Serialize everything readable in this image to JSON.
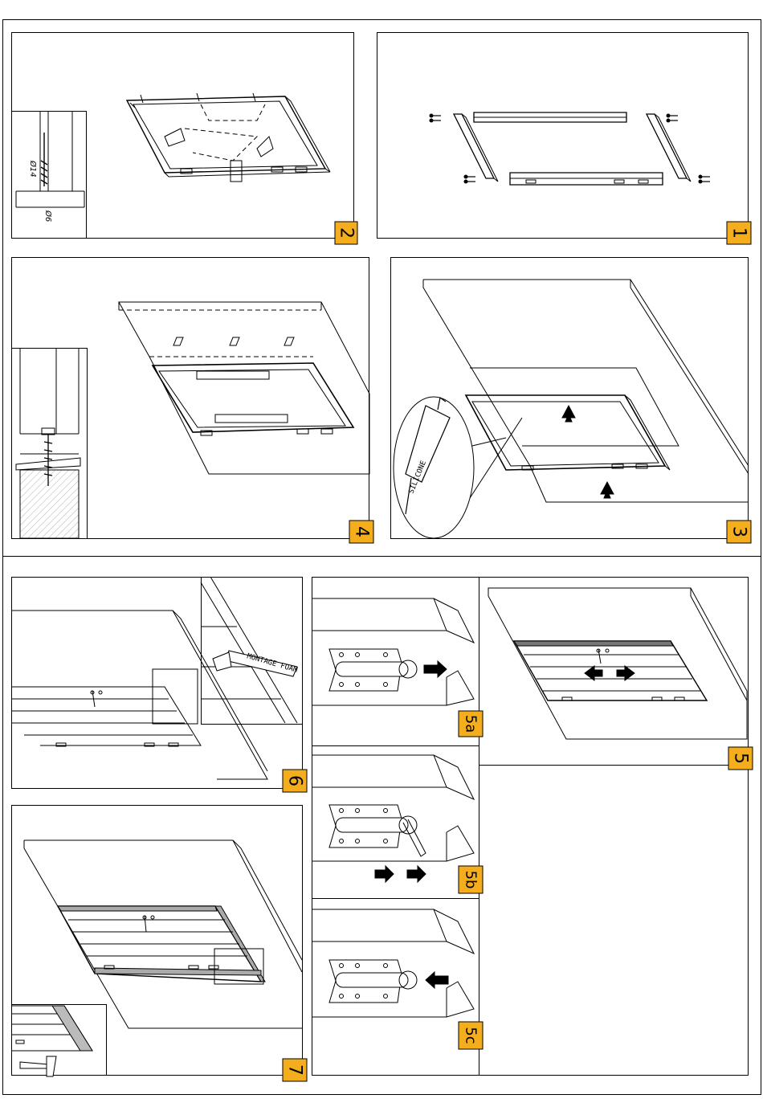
{
  "colors": {
    "badge": "#f4ad1d",
    "line": "#000000",
    "paper": "#ffffff",
    "hatch": "#555555"
  },
  "steps": {
    "s1": "1",
    "s2": "2",
    "s3": "3",
    "s4": "4",
    "s5": "5",
    "s5a": "5a",
    "s5b": "5b",
    "s5c": "5c",
    "s6": "6",
    "s7": "7"
  },
  "labels": {
    "dia14": "Ø14",
    "dia6": "Ø6",
    "silicone": "SILICONE",
    "foam": "MONTAGE FOAM"
  },
  "icons": [
    "arrow-icon",
    "hammer-icon",
    "screw-icon",
    "caulk-gun-icon",
    "foam-gun-icon",
    "hinge-icon",
    "drill-bit-icon"
  ]
}
